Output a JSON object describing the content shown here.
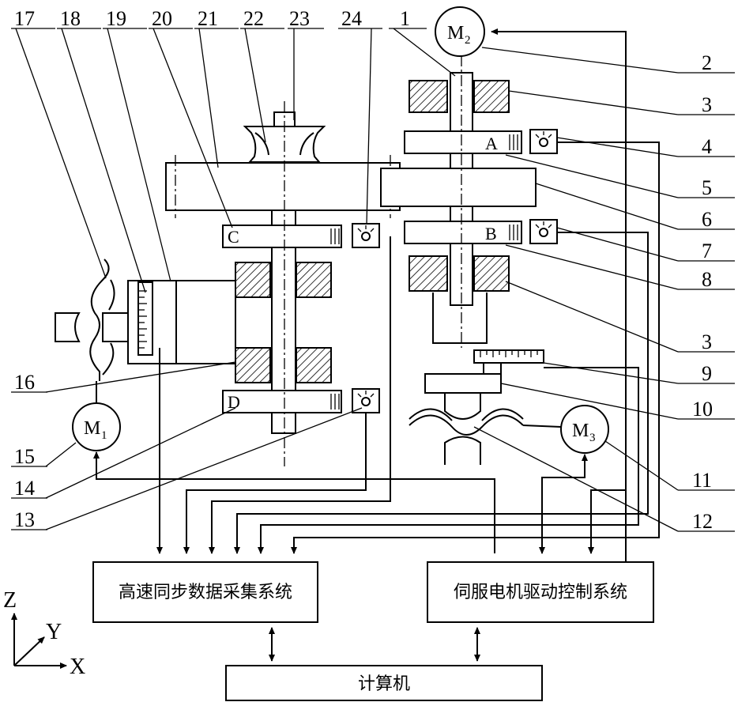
{
  "numbers": {
    "n1": "1",
    "n2": "2",
    "n3a": "3",
    "n3b": "3",
    "n4": "4",
    "n5": "5",
    "n6": "6",
    "n7": "7",
    "n8": "8",
    "n9": "9",
    "n10": "10",
    "n11": "11",
    "n12": "12",
    "n13": "13",
    "n14": "14",
    "n15": "15",
    "n16": "16",
    "n17": "17",
    "n18": "18",
    "n19": "19",
    "n20": "20",
    "n21": "21",
    "n22": "22",
    "n23": "23",
    "n24": "24"
  },
  "wheel_labels": {
    "a": "A",
    "b": "B",
    "c": "C",
    "d": "D"
  },
  "motors": {
    "m1": {
      "letter": "M",
      "sub": "1"
    },
    "m2": {
      "letter": "M",
      "sub": "2"
    },
    "m3": {
      "letter": "M",
      "sub": "3"
    }
  },
  "boxes": {
    "daq": "高速同步数据采集系统",
    "servo": "伺服电机驱动控制系统",
    "computer": "计算机"
  },
  "axes": {
    "z": "Z",
    "y": "Y",
    "x": "X"
  }
}
